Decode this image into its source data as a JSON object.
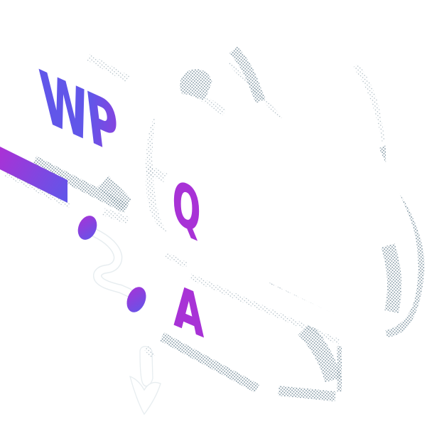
{
  "illustration": {
    "background": "#ffffff",
    "palette": {
      "magenta": "#a832d6",
      "violet": "#6156e9",
      "stipple_gray": "#6d8694",
      "shape_white": "#ffffff"
    },
    "wp_card": {
      "label": "WP"
    },
    "question_card": {
      "label": "Q"
    },
    "answer_card": {
      "label": "A"
    },
    "decorations": [
      "cloud-shape",
      "wp-card",
      "gradient-bar",
      "question-card",
      "answer-panel",
      "connector-squiggle",
      "connector-dot-start",
      "connector-dot-end",
      "down-arrow"
    ]
  }
}
